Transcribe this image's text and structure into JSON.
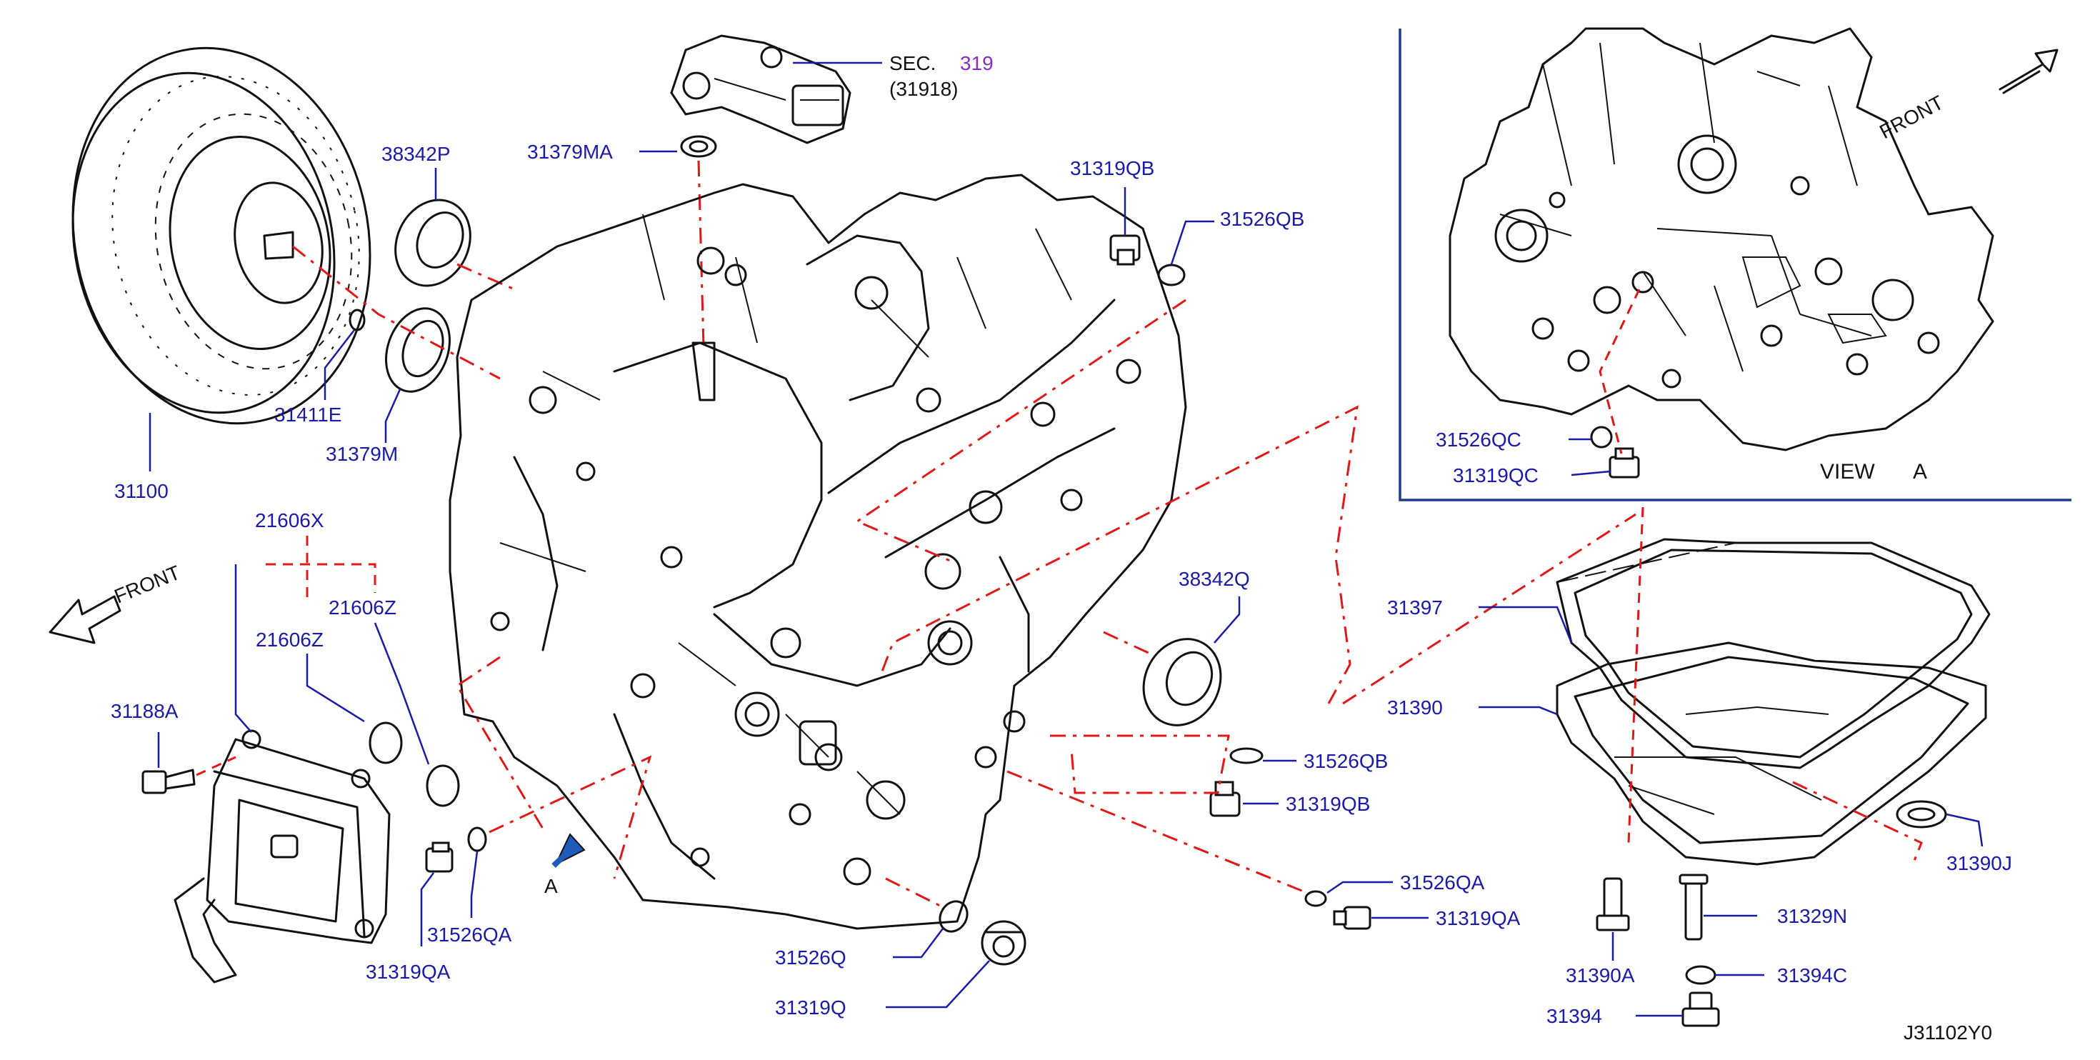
{
  "diagram_id": "J31102Y0",
  "section_ref": {
    "prefix": "SEC.",
    "number": "319",
    "sub": "(31918)"
  },
  "view_label": {
    "word": "VIEW",
    "letter": "A"
  },
  "arrow_label": "A",
  "front_labels": {
    "main": "FRONT",
    "inset": "FRONT"
  },
  "colors": {
    "label_blue": "#1a1aa8",
    "guide_red": "#e01818",
    "sec_purple": "#8a2bbf",
    "frame_blue": "#1f3b8f"
  },
  "labels": {
    "p31100": "31100",
    "p38342P": "38342P",
    "p31411E": "31411E",
    "p31379M": "31379M",
    "p31379MA": "31379MA",
    "p31319QB_top": "31319QB",
    "p31526QB_top": "31526QB",
    "p21606X": "21606X",
    "p21606Z_a": "21606Z",
    "p21606Z_b": "21606Z",
    "p31188A": "31188A",
    "p31526QA_left": "31526QA",
    "p31319QA_left": "31319QA",
    "p38342Q": "38342Q",
    "p31526QB_mid": "31526QB",
    "p31319QB_mid": "31319QB",
    "p31526QA_right": "31526QA",
    "p31319QA_right": "31319QA",
    "p31526Q": "31526Q",
    "p31319Q": "31319Q",
    "p31526QC": "31526QC",
    "p31319QC": "31319QC",
    "p31397": "31397",
    "p31390": "31390",
    "p31390J": "31390J",
    "p31329N": "31329N",
    "p31390A": "31390A",
    "p31394C": "31394C",
    "p31394": "31394"
  }
}
